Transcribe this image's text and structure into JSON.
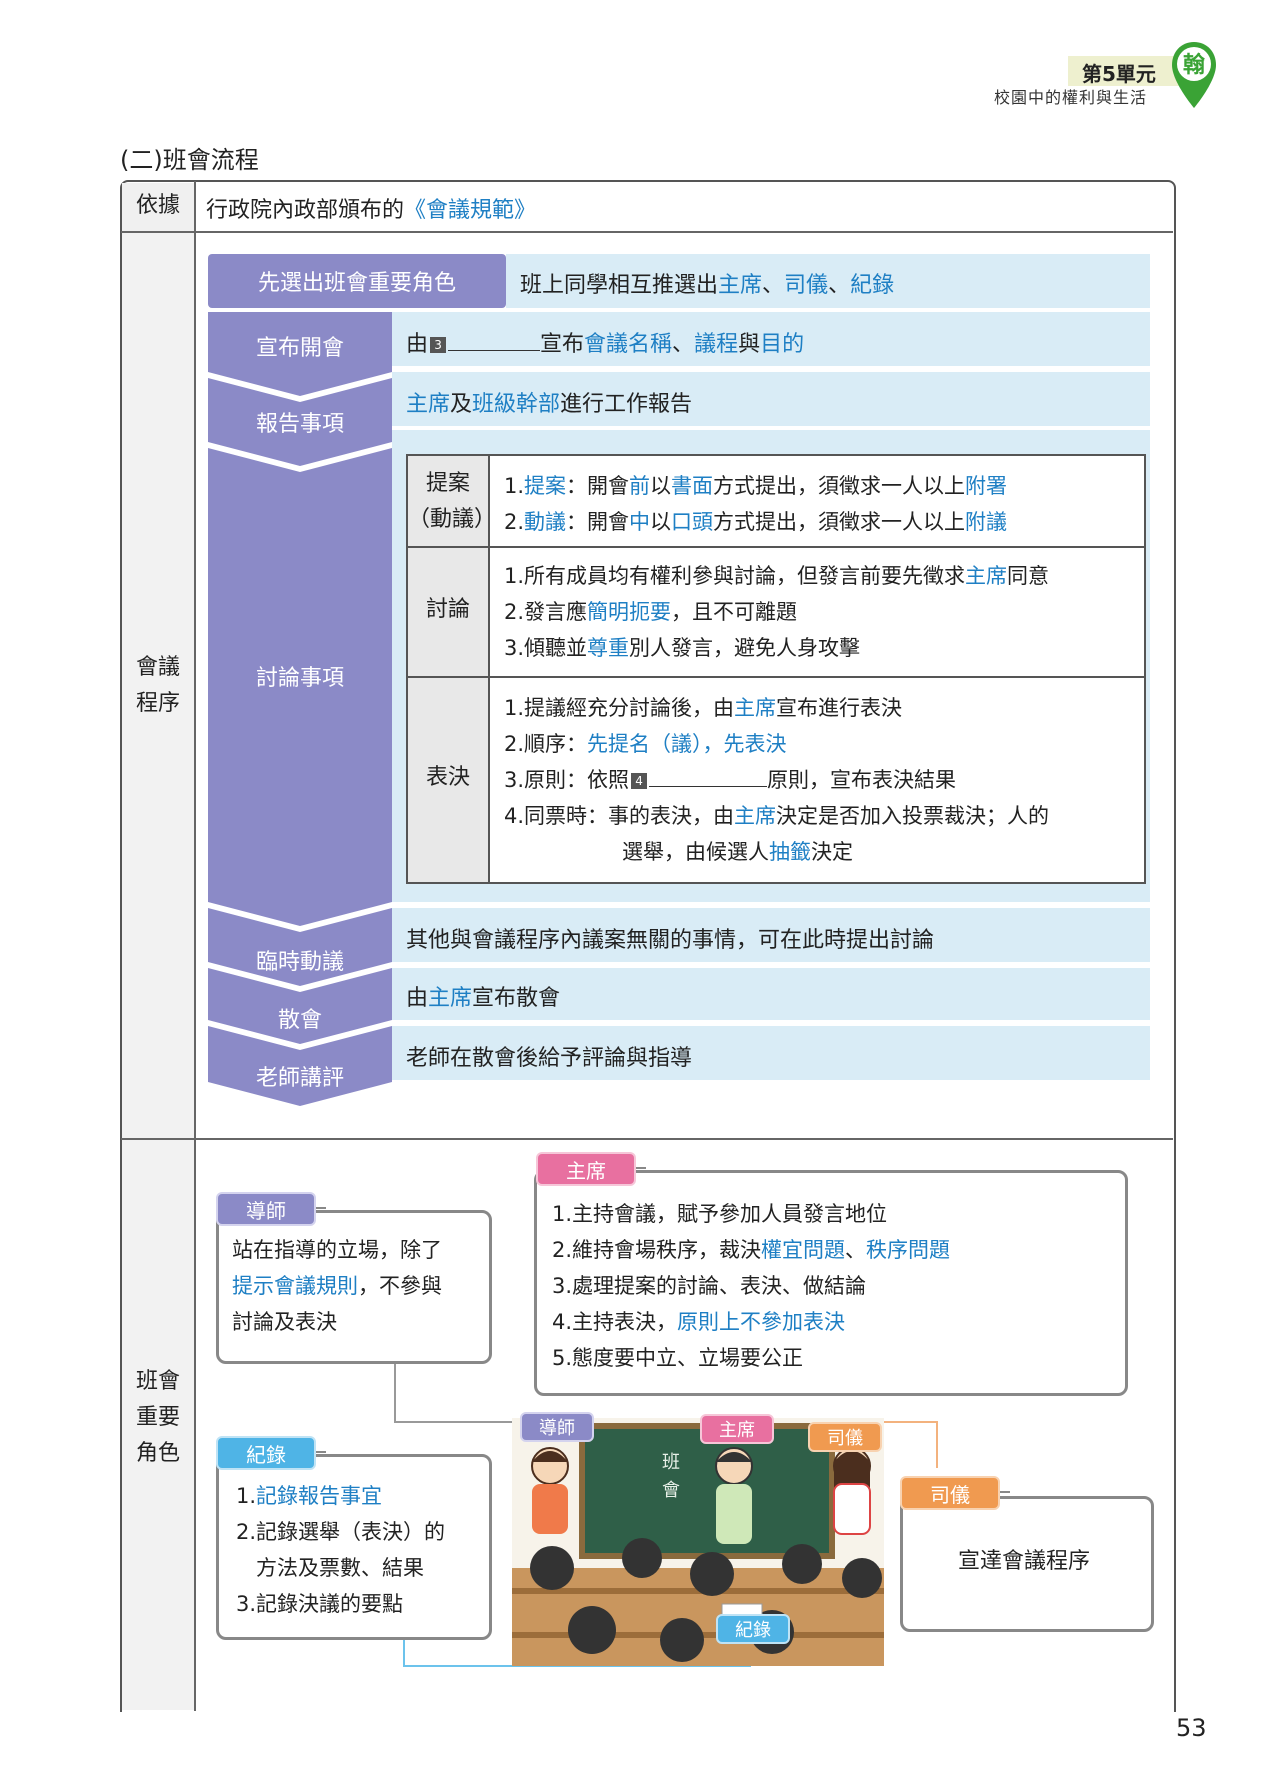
{
  "header": {
    "unit_title": "第5單元",
    "unit_subtitle": "校園中的權利與生活",
    "logo_glyph": "翰"
  },
  "section_title": "(二)班會流程",
  "basis": {
    "label": "依據",
    "text_prefix": "行政院內政部頒布的",
    "text_highlight": "《會議規範》"
  },
  "procedure": {
    "label": [
      "會議",
      "程序"
    ],
    "first_step": {
      "label": "先選出班會重要角色",
      "desc_prefix": "班上同學相互推選出",
      "roles": [
        "主席",
        "司儀",
        "紀錄"
      ],
      "sep": "、"
    },
    "steps": [
      {
        "label": "宣布開會",
        "parts": [
          "由",
          "[3]",
          "",
          "宣布",
          "會議名稱",
          "、",
          "議程",
          "與",
          "目的"
        ]
      },
      {
        "label": "報告事項",
        "parts": [
          "主席",
          "及",
          "班級幹部",
          "進行工作報告"
        ]
      },
      {
        "label": "討論事項"
      },
      {
        "label": "臨時動議",
        "text": "其他與會議程序內議案無關的事情，可在此時提出討論"
      },
      {
        "label": "散會",
        "parts": [
          "由",
          "主席",
          "宣布散會"
        ]
      },
      {
        "label": "老師講評",
        "text": "老師在散會後給予評論與指導"
      }
    ],
    "discussion_table": {
      "proposal": {
        "label": [
          "提案",
          "（動議）"
        ],
        "items": [
          [
            "1.",
            "提案",
            "：開會",
            "前",
            "以",
            "書面",
            "方式提出，須徵求一人以上",
            "附署"
          ],
          [
            "2.",
            "動議",
            "：開會",
            "中",
            "以",
            "口頭",
            "方式提出，須徵求一人以上",
            "附議"
          ]
        ]
      },
      "discuss": {
        "label": "討論",
        "items": [
          [
            "1.所有成員均有權利參與討論，但發言前要先徵求",
            "主席",
            "同意"
          ],
          [
            "2.發言應",
            "簡明扼要",
            "，且不可離題"
          ],
          [
            "3.傾聽並",
            "尊重",
            "別人發言，避免人身攻擊"
          ]
        ]
      },
      "vote": {
        "label": "表決",
        "items": [
          [
            "1.提議經充分討論後，由",
            "主席",
            "宣布進行表決"
          ],
          [
            "2.順序：",
            "先提名（議），先表決"
          ],
          [
            "3.原則：依照",
            "[4]",
            "原則，宣布表決結果"
          ],
          [
            "4.同票時：事的表決，由",
            "主席",
            "決定是否加入投票裁決；人的"
          ],
          [
            "選舉，由候選人",
            "抽籤",
            "決定"
          ]
        ]
      }
    }
  },
  "roles": {
    "label": [
      "班會",
      "重要",
      "角色"
    ],
    "teacher": {
      "tag": "導師",
      "lines": [
        [
          "站在指導的立場，除了"
        ],
        [
          "提示會議規則",
          "，不參與"
        ],
        [
          "討論及表決"
        ]
      ]
    },
    "chair": {
      "tag": "主席",
      "lines": [
        [
          "1.主持會議，賦予參加人員發言地位"
        ],
        [
          "2.維持會場秩序，裁決",
          "權宜問題",
          "、",
          "秩序問題"
        ],
        [
          "3.處理提案的討論、表決、做結論"
        ],
        [
          "4.主持表決，",
          "原則上不參加表決"
        ],
        [
          "5.態度要中立、立場要公正"
        ]
      ]
    },
    "recorder": {
      "tag": "紀錄",
      "lines": [
        [
          "1.",
          "記錄報告事宜"
        ],
        [
          "2.記錄選舉（表決）的"
        ],
        [
          "方法及票數、結果"
        ],
        [
          "3.記錄決議的要點"
        ]
      ]
    },
    "emcee": {
      "tag": "司儀",
      "text": "宣達會議程序"
    },
    "illustration": {
      "board_text": [
        "班",
        "會"
      ],
      "tags": [
        "導師",
        "主席",
        "司儀",
        "紀錄"
      ]
    }
  },
  "page_number": "53",
  "colors": {
    "accent_blue": "#1e7fc4",
    "purple": "#8b8ac7",
    "light_blue": "#d9ecf6",
    "pink": "#e870a0",
    "orange": "#f09a50",
    "green": "#3aa335"
  }
}
